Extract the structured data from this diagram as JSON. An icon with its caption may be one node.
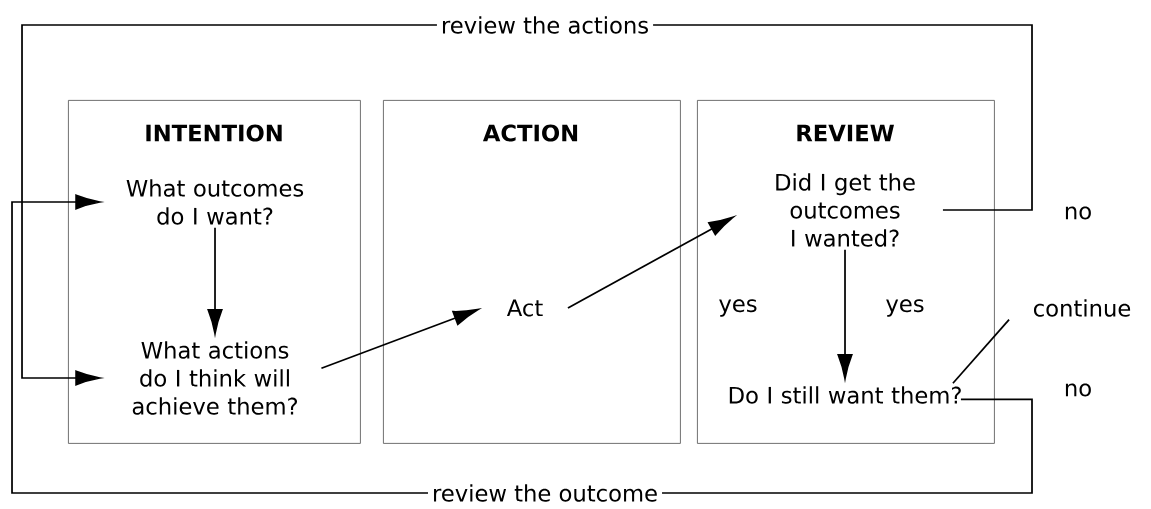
{
  "diagram": {
    "nodes": [
      {
        "text": [
          "INTENTION"
        ]
      },
      {
        "text": [
          "ACTION"
        ]
      },
      {
        "text": [
          "REVIEW"
        ]
      },
      {
        "text": [
          "What outcomes do I want?"
        ],
        "in": 0
      },
      {
        "text": [
          "What actions do I think will achieve them?"
        ],
        "in": 0
      },
      {
        "text": [
          "Act"
        ],
        "in": 1
      },
      {
        "text": [
          "Did I get the outcomes I wanted?"
        ],
        "in": 2
      },
      {
        "text": [
          "Do I still want them?"
        ],
        "in": 2
      },
      {
        "text": [
          "continue"
        ]
      }
    ],
    "edges": [
      {
        "from": 3,
        "to": 4,
        "arrow": "to"
      },
      {
        "from": 4,
        "to": 5,
        "arrow": "to"
      },
      {
        "from": 5,
        "to": 6,
        "arrow": "to"
      },
      {
        "from": 6,
        "to": 7,
        "arrow": "to",
        "label": "yes"
      },
      {
        "from": 6,
        "to": 4,
        "arrow": "to",
        "label": "review the actions"
      },
      {
        "from": 7,
        "to": 3,
        "arrow": "to",
        "label": "review the outcome"
      },
      {
        "from": 7,
        "to": 8,
        "arrow": "none",
        "label": "yes"
      }
    ],
    "labels": [
      "no",
      "no"
    ]
  }
}
